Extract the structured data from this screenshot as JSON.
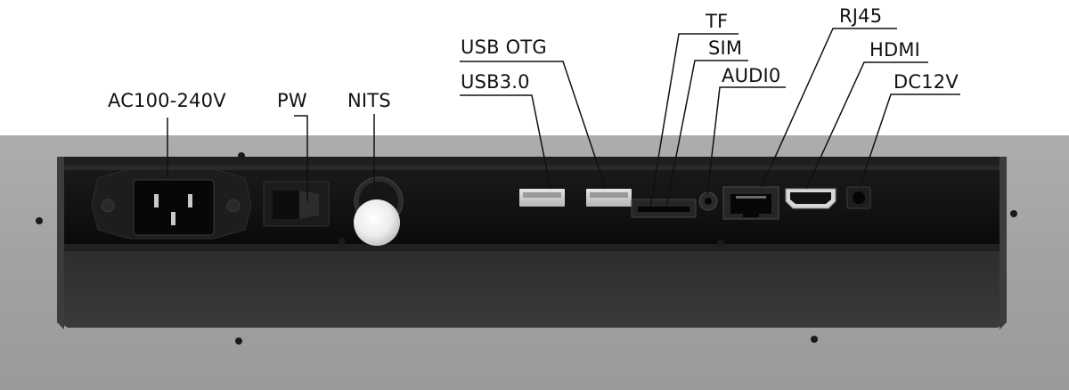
{
  "labels": {
    "ac": "AC100-240V",
    "pw": "PW",
    "nits": "NITS",
    "usb3": "USB3.0",
    "usb_otg": "USB OTG",
    "tf": "TF",
    "sim": "SIM",
    "audio": "AUDI0",
    "rj45": "RJ45",
    "hdmi": "HDMI",
    "dc12v": "DC12V"
  },
  "colors": {
    "chassis": "#a3a3a3",
    "panel": "#141414",
    "line": "#111111",
    "label": "#111111"
  }
}
